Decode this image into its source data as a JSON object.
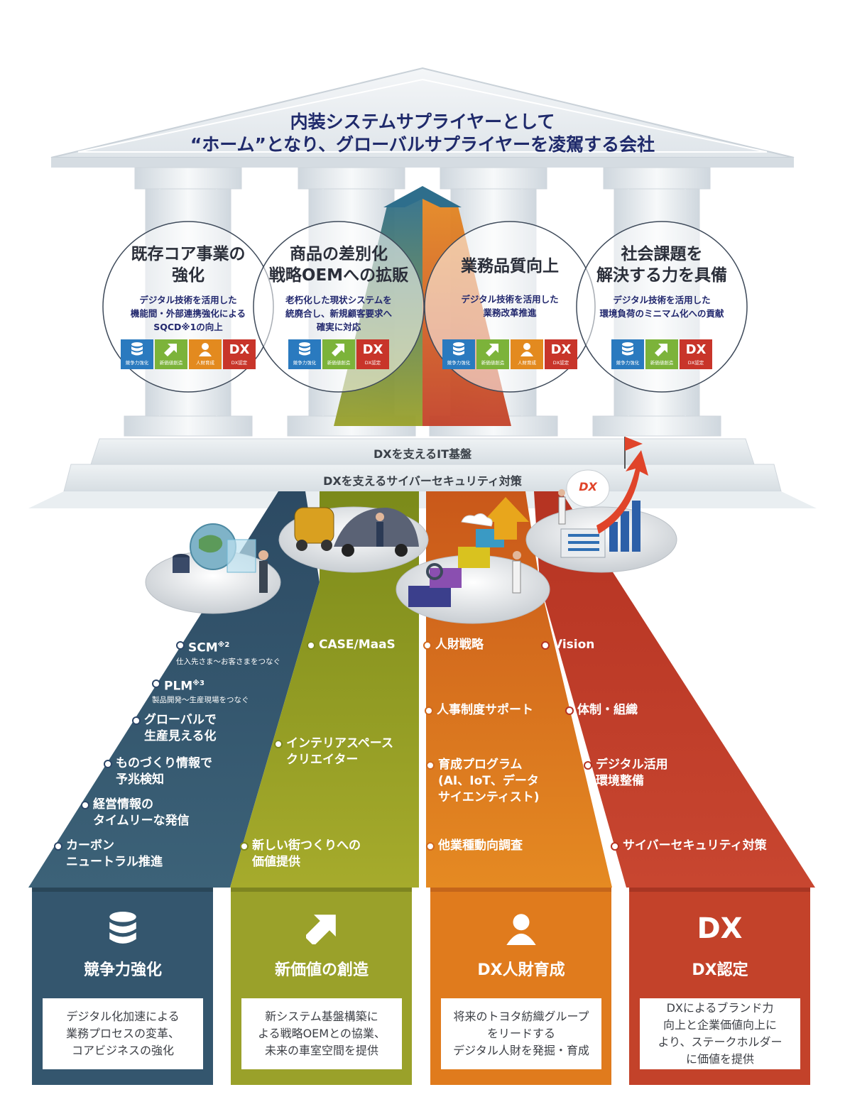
{
  "header": {
    "line1": "内装システムサプライヤーとして",
    "line2": "“ホーム”となり、グローバルサプライヤーを凌駕する会社"
  },
  "pillars": [
    {
      "title1": "既存コア事業の",
      "title2": "強化",
      "sub1": "デジタル技術を活用した",
      "sub2": "機能間・外部連携強化による",
      "sub3": "SQCD※1の向上",
      "badges": [
        "db",
        "arrow",
        "person",
        "dx"
      ]
    },
    {
      "title1": "商品の差別化",
      "title2": "戦略OEMへの拡販",
      "sub1": "老朽化した現状システムを",
      "sub2": "統廃合し、新規顧客要求へ",
      "sub3": "確実に対応",
      "badges": [
        "db",
        "arrow",
        "dx"
      ]
    },
    {
      "title1": "業務品質向上",
      "title2": "",
      "sub1": "デジタル技術を活用した",
      "sub2": "業務改革推進",
      "sub3": "",
      "badges": [
        "db",
        "arrow",
        "person",
        "dx"
      ]
    },
    {
      "title1": "社会課題を",
      "title2": "解決する力を具備",
      "sub1": "デジタル技術を活用した",
      "sub2": "環境負荷のミニマム化への貢献",
      "sub3": "",
      "badges": [
        "db",
        "arrow",
        "dx"
      ]
    }
  ],
  "badge_labels": {
    "db": "競争力強化",
    "arrow": "新価値創造",
    "person": "人財育成",
    "dx": "DX認定",
    "dx_mark": "DX"
  },
  "foundation": {
    "bar1": "DXを支えるIT基盤",
    "bar2": "DXを支えるサイバーセキュリティ対策"
  },
  "scene": {
    "dx_sign": "DX"
  },
  "columns": [
    {
      "color": "#34566e",
      "icon": "database-icon",
      "title": "競争力強化",
      "desc": [
        "デジタル化加速による",
        "業務プロセスの変革、",
        "コアビジネスの強化"
      ],
      "items": [
        {
          "t1": "SCM",
          "sup": "※2",
          "sub": "仕入先さま〜お客さまをつなぐ"
        },
        {
          "t1": "PLM",
          "sup": "※3",
          "sub": "製品開発〜生産現場をつなぐ"
        },
        {
          "t1": "グローバルで",
          "t2": "生産見える化"
        },
        {
          "t1": "ものづくり情報で",
          "t2": "予兆検知"
        },
        {
          "t1": "経営情報の",
          "t2": "タイムリーな発信"
        },
        {
          "t1": "カーボン",
          "t2": "ニュートラル推進"
        }
      ]
    },
    {
      "color": "#9aa12a",
      "icon": "arrow-up-right-icon",
      "title": "新価値の創造",
      "desc": [
        "新システム基盤構築に",
        "よる戦略OEMとの協業、",
        "未来の車室空間を提供"
      ],
      "items": [
        {
          "t1": "CASE/MaaS"
        },
        {
          "t1": "インテリアスペース",
          "t2": "クリエイター"
        },
        {
          "t1": "新しい街つくりへの",
          "t2": "価値提供"
        }
      ]
    },
    {
      "color": "#e07b1d",
      "icon": "person-icon",
      "title": "DX人財育成",
      "desc": [
        "将来のトヨタ紡織グループ",
        "をリードする",
        "デジタル人財を発掘・育成"
      ],
      "items": [
        {
          "t1": "人財戦略"
        },
        {
          "t1": "人事制度サポート"
        },
        {
          "t1": "育成プログラム",
          "t2": "(AI、IoT、データ",
          "t3": "サイエンティスト)"
        },
        {
          "t1": "他業種動向調査"
        }
      ]
    },
    {
      "color": "#c3422a",
      "icon": "dx-icon",
      "icon_text": "DX",
      "title": "DX認定",
      "desc": [
        "DXによるブランド力",
        "向上と企業価値向上に",
        "より、ステークホルダー",
        "に価値を提供"
      ],
      "items": [
        {
          "t1": "Vision"
        },
        {
          "t1": "体制・組織"
        },
        {
          "t1": "デジタル活用",
          "t2": "環境整備"
        },
        {
          "t1": "サイバーセキュリティ対策"
        }
      ]
    }
  ],
  "colors": {
    "navy": "#1f2a6b",
    "blue_badge": "#2a7abf",
    "green_badge": "#7cb33a",
    "orange_badge": "#e38a1f",
    "red_badge": "#c8352a"
  }
}
